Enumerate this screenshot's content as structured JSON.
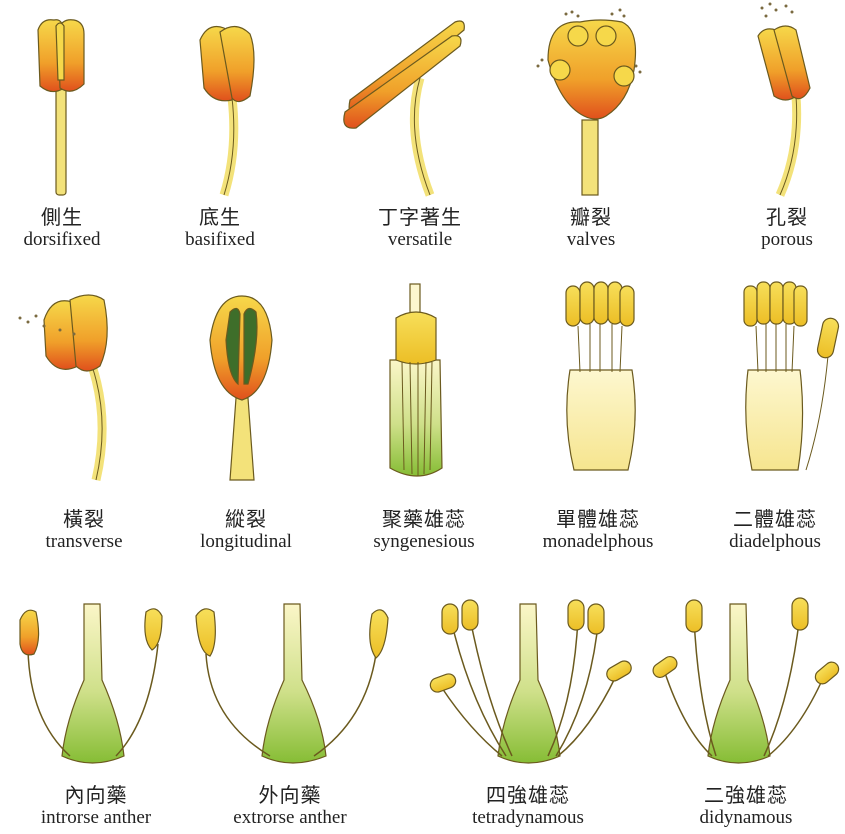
{
  "rows": [
    [
      {
        "zh": "側生",
        "en": "dorsifixed"
      },
      {
        "zh": "底生",
        "en": "basifixed"
      },
      {
        "zh": "丁字著生",
        "en": "versatile"
      },
      {
        "zh": "瓣裂",
        "en": "valves"
      },
      {
        "zh": "孔裂",
        "en": "porous"
      }
    ],
    [
      {
        "zh": "橫裂",
        "en": "transverse"
      },
      {
        "zh": "縱裂",
        "en": "longitudinal"
      },
      {
        "zh": "聚藥雄蕊",
        "en": "syngenesious"
      },
      {
        "zh": "單體雄蕊",
        "en": "monadelphous"
      },
      {
        "zh": "二體雄蕊",
        "en": "diadelphous"
      }
    ],
    [
      {
        "zh": "內向藥",
        "en": "introrse anther"
      },
      {
        "zh": "外向藥",
        "en": "extrorse anther"
      },
      {
        "zh": "四強雄蕊",
        "en": "tetradynamous"
      },
      {
        "zh": "二強雄蕊",
        "en": "didynamous"
      }
    ]
  ],
  "colors": {
    "anther_yellow": "#f2c72a",
    "anther_red": "#e25a1c",
    "filament": "#f3e27a",
    "ovary_green": "#8fc43a",
    "outline": "#6b5a1e"
  }
}
